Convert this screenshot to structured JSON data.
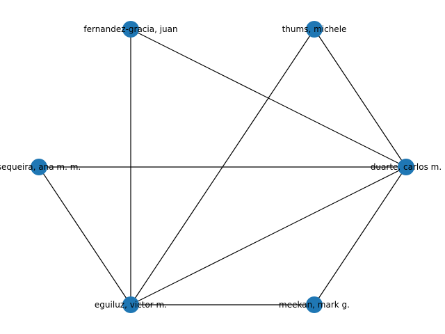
{
  "graph": {
    "node_color": "#1f77b4",
    "edge_color": "#000000",
    "nodes": [
      {
        "id": "fernandez",
        "label": "fernandez-gracia, juan"
      },
      {
        "id": "thums",
        "label": "thums, michele"
      },
      {
        "id": "sequeira",
        "label": "sequeira, ana m. m."
      },
      {
        "id": "duarte",
        "label": "duarte, carlos m."
      },
      {
        "id": "eguiluz",
        "label": "eguiluz, victor m."
      },
      {
        "id": "meekan",
        "label": "meekan, mark g."
      }
    ],
    "edges": [
      [
        "fernandez",
        "eguiluz"
      ],
      [
        "fernandez",
        "duarte"
      ],
      [
        "thums",
        "eguiluz"
      ],
      [
        "thums",
        "duarte"
      ],
      [
        "sequeira",
        "duarte"
      ],
      [
        "sequeira",
        "eguiluz"
      ],
      [
        "duarte",
        "eguiluz"
      ],
      [
        "duarte",
        "meekan"
      ],
      [
        "eguiluz",
        "meekan"
      ]
    ]
  }
}
